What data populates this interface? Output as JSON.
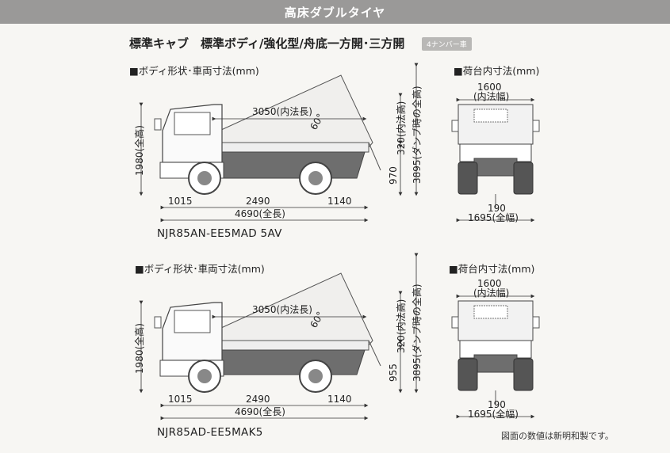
{
  "title_bar": "高床ダブルタイヤ",
  "heading": "標準キャブ　標準ボディ/強化型/舟底一方開･三方開",
  "badge": "4ナンバー車",
  "note": "図面の数値は新明和製です。",
  "section1": {
    "side_label": "■ボディ形状･車両寸法(mm)",
    "rear_label": "■荷台内寸法(mm)",
    "model": "NJR85AN-EE5MAD 5AV",
    "dims": {
      "inner_length": "3050(内法長)",
      "angle": "60°",
      "height": "1980(全高)",
      "side_height": "320(内法高)",
      "dump_height": "3895(ダンプ時の全高)",
      "floor_height": "970",
      "front_overhang": "1015",
      "wheelbase": "2490",
      "rear_overhang": "1140",
      "length": "4690(全長)",
      "inner_width": "1600",
      "inner_width_label": "(内法幅)",
      "bottom": "190",
      "width": "1695(全幅)"
    }
  },
  "section2": {
    "side_label": "■ボディ形状･車両寸法(mm)",
    "rear_label": "■荷台内寸法(mm)",
    "model": "NJR85AD-EE5MAK5",
    "dims": {
      "inner_length": "3050(内法長)",
      "angle": "60°",
      "height": "1980(全高)",
      "side_height": "320(内法高)",
      "dump_height": "3895(ダンプ時の全高)",
      "floor_height": "955",
      "front_overhang": "1015",
      "wheelbase": "2490",
      "rear_overhang": "1140",
      "length": "4690(全長)",
      "inner_width": "1600",
      "inner_width_label": "(内法幅)",
      "bottom": "190",
      "width": "1695(全幅)"
    }
  }
}
